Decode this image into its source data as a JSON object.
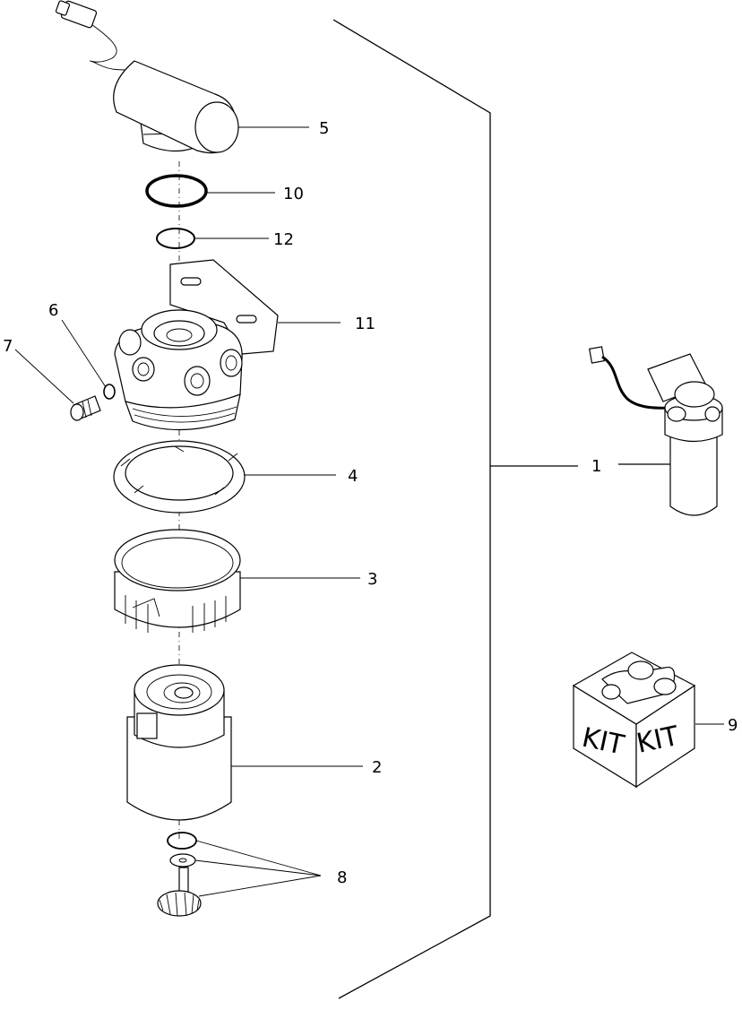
{
  "diagram": {
    "callouts": [
      {
        "id": "callout-1",
        "label": "1"
      },
      {
        "id": "callout-2",
        "label": "2"
      },
      {
        "id": "callout-3",
        "label": "3"
      },
      {
        "id": "callout-4",
        "label": "4"
      },
      {
        "id": "callout-5",
        "label": "5"
      },
      {
        "id": "callout-6",
        "label": "6"
      },
      {
        "id": "callout-7",
        "label": "7"
      },
      {
        "id": "callout-8",
        "label": "8"
      },
      {
        "id": "callout-9",
        "label": "9"
      },
      {
        "id": "callout-10",
        "label": "10"
      },
      {
        "id": "callout-11",
        "label": "11"
      },
      {
        "id": "callout-12",
        "label": "12"
      }
    ],
    "kit_labels": [
      "KIT",
      "KIT"
    ]
  }
}
